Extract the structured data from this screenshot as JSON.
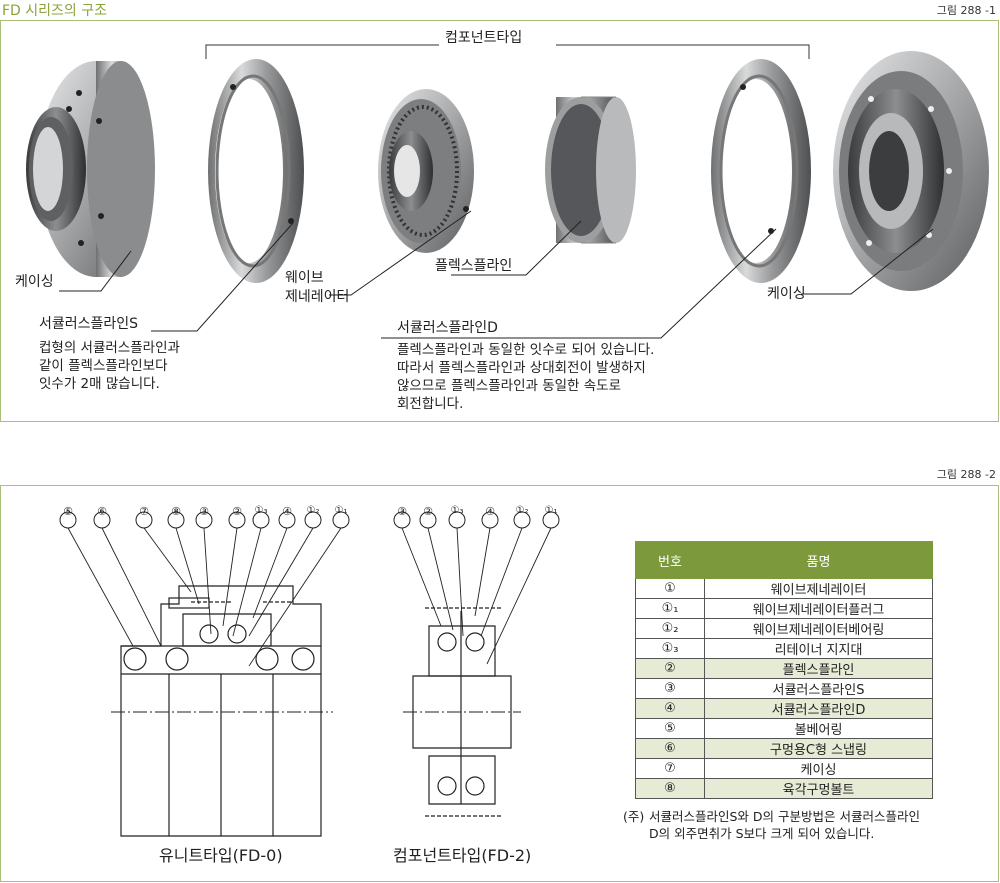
{
  "header": {
    "title": "FD 시리즈의 구조",
    "fig1": "그림 288 -1",
    "fig2": "그림 288 -2"
  },
  "top": {
    "bracket_label": "컴포넌트타입",
    "labels": {
      "casing_left": "케이싱",
      "wave_generator": "웨이브\n제네레이터",
      "flexspline": "플렉스플라인",
      "casing_right": "케이싱",
      "circular_s": "서큘러스플라인S",
      "circular_d": "서큘러스플라인D"
    },
    "desc_s": "컵형의 서큘러스플라인과\n같이 플렉스플라인보다\n잇수가 2매 많습니다.",
    "desc_d": "플렉스플라인과 동일한 잇수로 되어 있습니다.\n따라서 플렉스플라인과 상대회전이 발생하지\n않으므로 플렉스플라인과 동일한 속도로\n회전합니다."
  },
  "bottom": {
    "markers_fd0": [
      "⑤",
      "⑥",
      "⑦",
      "⑧",
      "③",
      "②",
      "①₃",
      "④",
      "①₂",
      "①₁"
    ],
    "markers_fd2": [
      "③",
      "②",
      "①₃",
      "④",
      "①₂",
      "①₁"
    ],
    "caption_fd0": "유니트타입(FD-0)",
    "caption_fd2": "컴포넌트타입(FD-2)",
    "table": {
      "headers": [
        "번호",
        "품명"
      ],
      "rows": [
        {
          "no": "①",
          "name": "웨이브제네레이터",
          "alt": false
        },
        {
          "no": "①₁",
          "name": "웨이브제네레이터플러그",
          "alt": false
        },
        {
          "no": "①₂",
          "name": "웨이브제네레이터베어링",
          "alt": false
        },
        {
          "no": "①₃",
          "name": "리테이너 지지대",
          "alt": false
        },
        {
          "no": "②",
          "name": "플렉스플라인",
          "alt": true
        },
        {
          "no": "③",
          "name": "서큘러스플라인S",
          "alt": false
        },
        {
          "no": "④",
          "name": "서큘러스플라인D",
          "alt": true
        },
        {
          "no": "⑤",
          "name": "볼베어링",
          "alt": false
        },
        {
          "no": "⑥",
          "name": "구멍용C형 스냅링",
          "alt": true
        },
        {
          "no": "⑦",
          "name": "케이싱",
          "alt": false
        },
        {
          "no": "⑧",
          "name": "육각구멍볼트",
          "alt": true
        }
      ]
    },
    "note_prefix": "(주)",
    "note": "서큘러스플라인S와 D의 구분방법은 서큘러스플라인\nD의 외주면취가 S보다 크게 되어 있습니다."
  },
  "colors": {
    "accent": "#7c9a3b",
    "border": "#a9c07a",
    "row_alt": "#e6ebd6"
  }
}
